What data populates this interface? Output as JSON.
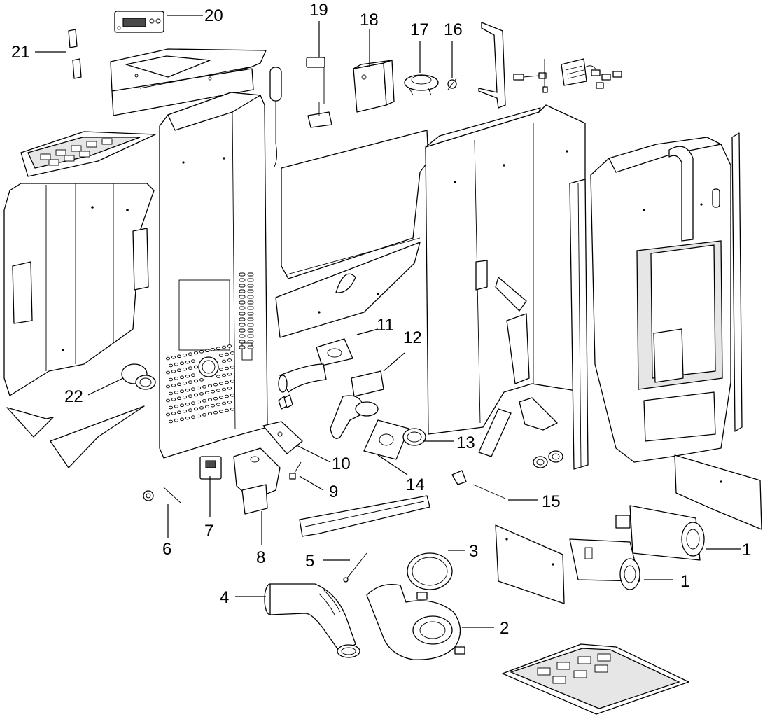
{
  "callouts": [
    {
      "id": "1a",
      "label": "1"
    },
    {
      "id": "1b",
      "label": "1"
    },
    {
      "id": "2",
      "label": "2"
    },
    {
      "id": "3",
      "label": "3"
    },
    {
      "id": "4",
      "label": "4"
    },
    {
      "id": "5",
      "label": "5"
    },
    {
      "id": "6",
      "label": "6"
    },
    {
      "id": "7",
      "label": "7"
    },
    {
      "id": "8",
      "label": "8"
    },
    {
      "id": "9",
      "label": "9"
    },
    {
      "id": "10",
      "label": "10"
    },
    {
      "id": "11",
      "label": "11"
    },
    {
      "id": "12",
      "label": "12"
    },
    {
      "id": "13",
      "label": "13"
    },
    {
      "id": "14",
      "label": "14"
    },
    {
      "id": "15",
      "label": "15"
    },
    {
      "id": "16",
      "label": "16"
    },
    {
      "id": "17",
      "label": "17"
    },
    {
      "id": "18",
      "label": "18"
    },
    {
      "id": "19",
      "label": "19"
    },
    {
      "id": "20",
      "label": "20"
    },
    {
      "id": "21",
      "label": "21"
    },
    {
      "id": "22",
      "label": "22"
    }
  ],
  "colors": {
    "line": "#000000",
    "background": "#ffffff",
    "shade": "#e6e6e6"
  }
}
